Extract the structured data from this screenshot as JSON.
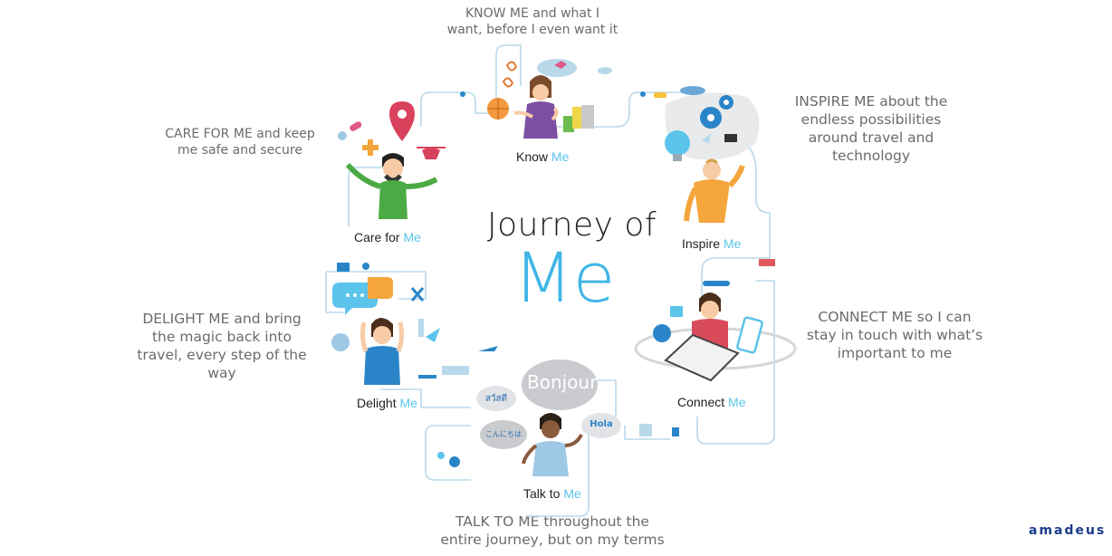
{
  "center": {
    "title_line1": "Journey of",
    "title_line2": "Me"
  },
  "brand": "amadeus",
  "nodes": {
    "know": {
      "label": "Know ",
      "me": "Me"
    },
    "inspire": {
      "label": "Inspire ",
      "me": "Me"
    },
    "connect": {
      "label": "Connect ",
      "me": "Me"
    },
    "talk": {
      "label": "Talk to ",
      "me": "Me"
    },
    "delight": {
      "label": "Delight ",
      "me": "Me"
    },
    "care": {
      "label": "Care for ",
      "me": "Me"
    }
  },
  "descriptions": {
    "know": {
      "line1": "KNOW ME and what I",
      "line2": "want, before I even want it"
    },
    "inspire": {
      "line1": "INSPIRE ME about the",
      "line2": "endless possibilities",
      "line3": "around travel and",
      "line4": "technology"
    },
    "connect": {
      "line1": "CONNECT ME so I can",
      "line2": "stay in touch with what’s",
      "line3": "important to me"
    },
    "talk": {
      "line1": "TALK TO ME throughout the",
      "line2": "entire journey, but on my terms"
    },
    "delight": {
      "line1": "DELIGHT ME and bring",
      "line2": "the magic back into",
      "line3": "travel, every step of the",
      "line4": "way"
    },
    "care": {
      "line1": "CARE FOR ME and keep",
      "line2": "me safe and secure"
    }
  },
  "bubbles": {
    "bonjour": "Bonjour",
    "thai": "สวัสดี",
    "japanese": "こんにちは",
    "hola": "Hola"
  },
  "colors": {
    "accent": "#3fb6e6",
    "path": "#b9d9ea",
    "brand": "#1a3a8a"
  }
}
